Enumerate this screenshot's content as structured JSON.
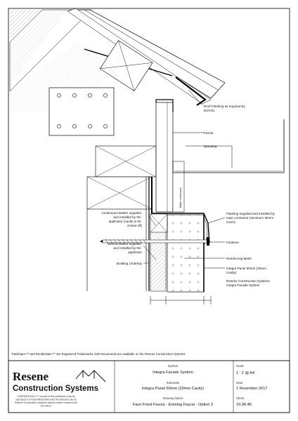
{
  "drawing": {
    "labels": {
      "roof_flashing": [
        "Roof Flashing as required by",
        "E2/AS1"
      ],
      "fascia": "Fascia",
      "spouting": "Spouting",
      "batten_vertical": "Batten continuous",
      "continuous_batten": [
        "Continuous Batten supplied",
        "and installed by the",
        "applicator (cavity to be",
        "closed off)"
      ],
      "flashing": [
        "Flashing supplied and installed by",
        "main contractor (minimum 35mm",
        "cover)"
      ],
      "fastener": "Fastener",
      "reinforcing_mesh": "Reinforcing Mesh",
      "integra_panel": [
        "Integra Panel 50mm (20mm",
        "Cavity)"
      ],
      "resene_system": [
        "Resene Construction Systems",
        "Integra Facade System"
      ],
      "vertical_batten": [
        "Vertical Batten supplied",
        "and installed by the",
        "applicator"
      ],
      "building_underlay": "Building Underlay"
    },
    "footer_note": "TradeSpec™ and RenderSpec™ are Registered Trademarks, both Documents are available on the Resene Construction Systems"
  },
  "title_block": {
    "logo_top": "Resene",
    "logo_bottom": "Construction Systems",
    "confidentiality": [
      "CONFIDENTIALITY: No part of this publication may be",
      "reproduced or transmitted either than the intended use by",
      "Resene Construction Systems without written consent from",
      "the author."
    ],
    "system_label": "System",
    "system_value": "Integra Facade System",
    "substrate_label": "Substrate",
    "substrate_value": "Integra Panel 50mm (20mm Cavity)",
    "drawing_name_label": "Drawing Name",
    "drawing_name_value": "Face Fixed Fascia - Existing Fascia - Option 2",
    "scale_label": "Scale",
    "scale_value": "1 : 2 @ A4",
    "date_label": "Date",
    "date_value": "1 November 2017",
    "sheet_label": "Sheet",
    "sheet_value": "10.08.48"
  }
}
